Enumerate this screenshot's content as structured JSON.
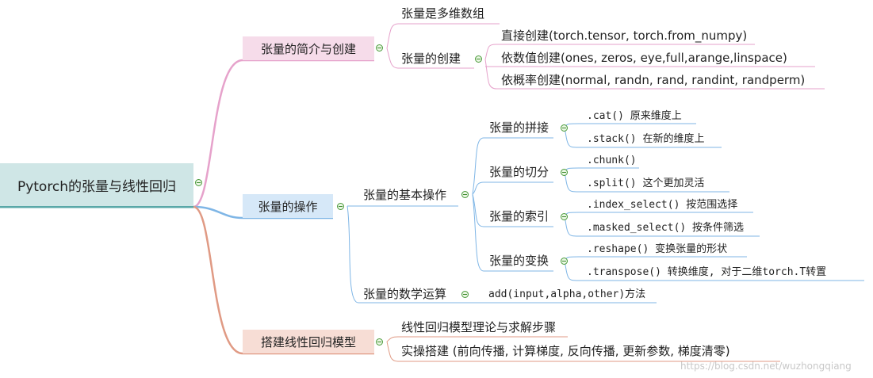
{
  "root": {
    "label": "Pytorch的张量与线性回归"
  },
  "branches": [
    {
      "label": "张量的简介与创建",
      "children": [
        {
          "label": "张量是多维数组"
        },
        {
          "label": "张量的创建",
          "children": [
            {
              "label": "直接创建(torch.tensor, torch.from_numpy)"
            },
            {
              "label": "依数值创建(ones, zeros, eye,full,arange,linspace)"
            },
            {
              "label": "依概率创建(normal, randn, rand, randint, randperm)"
            }
          ]
        }
      ]
    },
    {
      "label": "张量的操作",
      "children": [
        {
          "label": "张量的基本操作",
          "children": [
            {
              "label": "张量的拼接",
              "children": [
                {
                  "label": ".cat() 原来维度上"
                },
                {
                  "label": ".stack() 在新的维度上"
                }
              ]
            },
            {
              "label": "张量的切分",
              "children": [
                {
                  "label": ".chunk()"
                },
                {
                  "label": ".split()  这个更加灵活"
                }
              ]
            },
            {
              "label": "张量的索引",
              "children": [
                {
                  "label": ".index_select() 按范围选择"
                },
                {
                  "label": ".masked_select() 按条件筛选"
                }
              ]
            },
            {
              "label": "张量的变换",
              "children": [
                {
                  "label": ".reshape() 变换张量的形状"
                },
                {
                  "label": ".transpose() 转换维度,  对于二维torch.T转置"
                }
              ]
            }
          ]
        },
        {
          "label": "张量的数学运算",
          "children": [
            {
              "label": "add(input,alpha,other)方法"
            }
          ]
        }
      ]
    },
    {
      "label": "搭建线性回归模型",
      "children": [
        {
          "label": "线性回归模型理论与求解步骤"
        },
        {
          "label": "实操搭建 (前向传播, 计算梯度, 反向传播, 更新参数, 梯度清零)"
        }
      ]
    }
  ],
  "colors": {
    "root_fill": "#cfe6e6",
    "root_line": "#5aa8a8",
    "branch1_fill": "#f6dcea",
    "branch1_line": "#e6a2cb",
    "branch2_fill": "#d6e8f8",
    "branch2_line": "#7fb6e6",
    "branch3_fill": "#f7ddd5",
    "branch3_line": "#e09a84"
  },
  "watermark": "https://blog.csdn.net/wuzhongqiang"
}
